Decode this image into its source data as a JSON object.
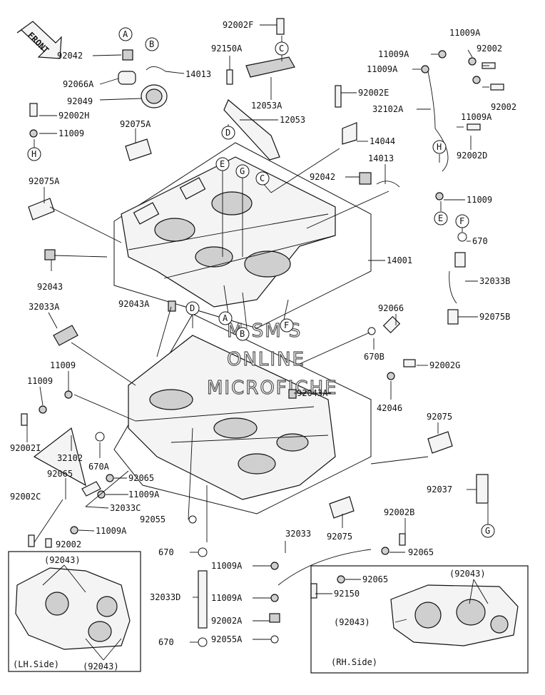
{
  "direction_marker": "FRONT",
  "watermark": [
    "M.SM'S",
    "ONLINE",
    "MICROFICHE"
  ],
  "part_labels": [
    "92042",
    "92066A",
    "92049",
    "14013",
    "92002H",
    "11009",
    "92075A",
    "92075A",
    "92043",
    "32033A",
    "92043A",
    "11009",
    "11009",
    "92002I",
    "32102",
    "670A",
    "92065",
    "92065",
    "92002C",
    "11009A",
    "32033C",
    "11009A",
    "92002",
    "92055",
    "92002F",
    "92150A",
    "12053A",
    "12053",
    "92002E",
    "14044",
    "92042",
    "14013",
    "14001",
    "92066",
    "670B",
    "92043A",
    "42046",
    "92002G",
    "92075",
    "92037",
    "92075",
    "92002B",
    "92065",
    "32033",
    "92065",
    "92150",
    "670",
    "11009A",
    "32033D",
    "11009A",
    "92002A",
    "670",
    "92055A",
    "11009A",
    "11009A",
    "11009A",
    "92002",
    "32102A",
    "92002",
    "11009A",
    "92002D",
    "11009",
    "670",
    "32033B",
    "92075B"
  ],
  "ref_letters": [
    "A",
    "B",
    "C",
    "D",
    "E",
    "F",
    "G",
    "H"
  ],
  "insets": {
    "lh": {
      "caption": "(LH.Side)",
      "callout_top": "(92043)",
      "callout_bottom": "(92043)"
    },
    "rh": {
      "caption": "(RH.Side)",
      "callout_top": "(92043)",
      "callout_left": "(92043)"
    }
  }
}
